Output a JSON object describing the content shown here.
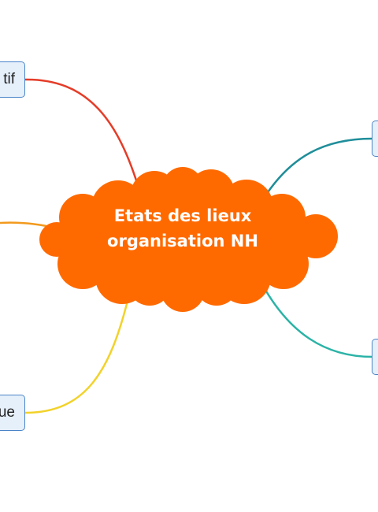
{
  "central_topic": {
    "line1": "Etats des lieux",
    "line2": "organisation NH",
    "fill_color": "#ff6a00"
  },
  "branches": [
    {
      "id": "left-top",
      "visible_text": "tif",
      "link_color": "#e53c28"
    },
    {
      "id": "left-middle",
      "visible_text": "",
      "link_color": "#f29a1e"
    },
    {
      "id": "left-bottom",
      "visible_text": "ue",
      "link_color": "#f2d22a"
    },
    {
      "id": "right-top",
      "visible_text": "",
      "link_color": "#1f8e9a"
    },
    {
      "id": "right-bottom",
      "visible_text": "",
      "link_color": "#2bb3a6"
    }
  ],
  "node_style": {
    "fill": "#e6f0fb",
    "border": "#4a84c8"
  }
}
